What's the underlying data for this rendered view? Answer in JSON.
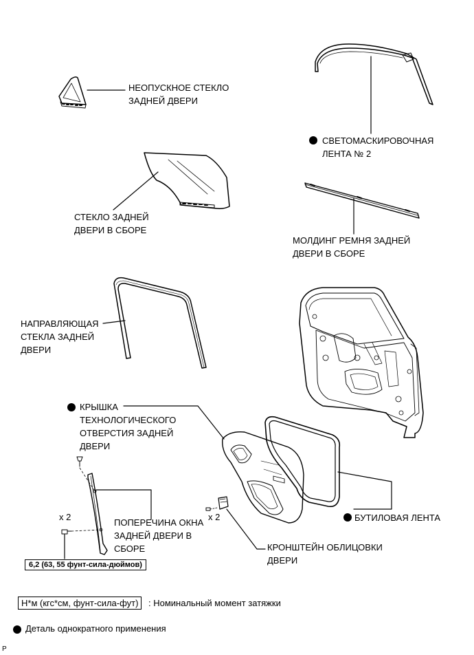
{
  "labels": {
    "quarter_glass": [
      "НЕОПУСКНОЕ СТЕКЛО",
      "ЗАДНЕЙ ДВЕРИ"
    ],
    "light_tape": [
      "СВЕТОМАСКИРОВОЧНАЯ",
      "ЛЕНТА № 2"
    ],
    "door_glass": [
      "СТЕКЛО ЗАДНЕЙ",
      "ДВЕРИ В СБОРЕ"
    ],
    "belt_molding": [
      "МОЛДИНГ РЕМНЯ ЗАДНЕЙ",
      "ДВЕРИ В СБОРЕ"
    ],
    "glass_run": [
      "НАПРАВЛЯЮЩАЯ",
      "СТЕКЛА ЗАДНЕЙ",
      "ДВЕРИ"
    ],
    "hole_cover": [
      "КРЫШКА",
      "ТЕХНОЛОГИЧЕСКОГО",
      "ОТВЕРСТИЯ ЗАДНЕЙ",
      "ДВЕРИ"
    ],
    "division_bar": [
      "ПОПЕРЕЧИНА ОКНА",
      "ЗАДНЕЙ ДВЕРИ В",
      "СБОРЕ"
    ],
    "butyl_tape": [
      "БУТИЛОВАЯ ЛЕНТА"
    ],
    "trim_bracket": [
      "КРОНШТЕЙН ОБЛИЦОВКИ",
      "ДВЕРИ"
    ]
  },
  "quantities": {
    "screws": "x 2",
    "clips": "x 2"
  },
  "torque_spec": "6,2 (63, 55 фунт-сила-дюймов)",
  "legend": {
    "torque_unit": "Н*м (кгс*см, фунт-сила-фут)",
    "torque_desc": ": Номинальный момент затяжки",
    "nonreusable_desc": "Деталь однократного применения"
  },
  "corner_mark": "P",
  "icons": {
    "nonreusable": "filled-circle-icon"
  }
}
